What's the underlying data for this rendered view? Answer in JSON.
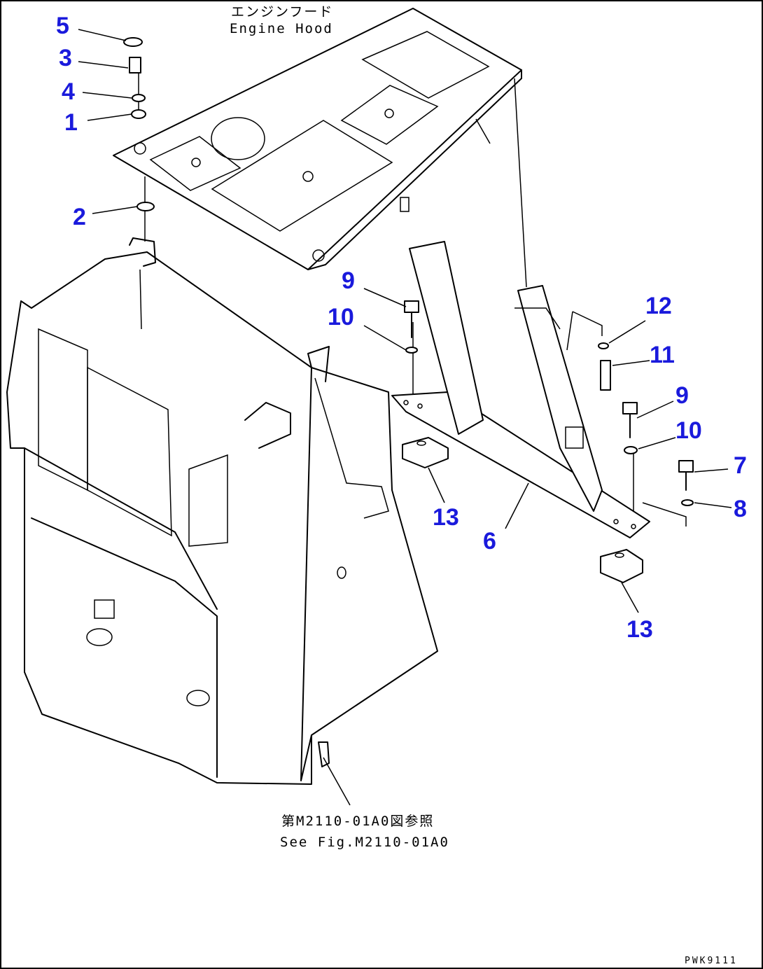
{
  "labels": {
    "engine_hood_jp": "エンジンフード",
    "engine_hood_en": "Engine Hood",
    "see_fig_jp": "第M2110-01A0図参照",
    "see_fig_en": "See Fig.M2110-01A0",
    "drawing_code": "PWK9111"
  },
  "callouts": [
    {
      "id": "c5",
      "text": "5"
    },
    {
      "id": "c3",
      "text": "3"
    },
    {
      "id": "c4",
      "text": "4"
    },
    {
      "id": "c1",
      "text": "1"
    },
    {
      "id": "c2",
      "text": "2"
    },
    {
      "id": "c9a",
      "text": "9"
    },
    {
      "id": "c10a",
      "text": "10"
    },
    {
      "id": "c12",
      "text": "12"
    },
    {
      "id": "c11",
      "text": "11"
    },
    {
      "id": "c9b",
      "text": "9"
    },
    {
      "id": "c10b",
      "text": "10"
    },
    {
      "id": "c7",
      "text": "7"
    },
    {
      "id": "c8",
      "text": "8"
    },
    {
      "id": "c13a",
      "text": "13"
    },
    {
      "id": "c6",
      "text": "6"
    },
    {
      "id": "c13b",
      "text": "13"
    }
  ],
  "colors": {
    "callout": "#1a1adc",
    "line": "#000000",
    "background": "#ffffff"
  }
}
